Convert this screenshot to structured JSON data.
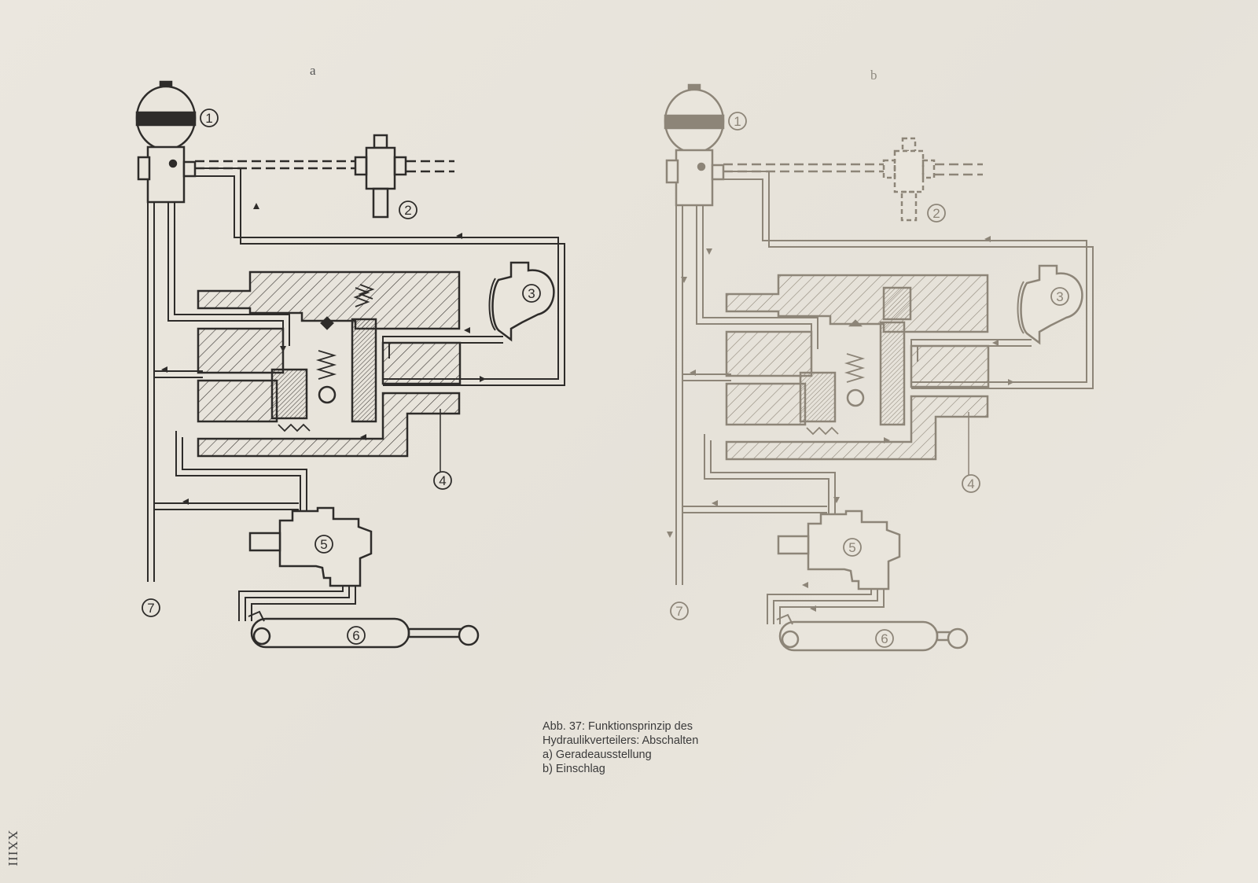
{
  "panels": {
    "a": {
      "label": "a"
    },
    "b": {
      "label": "b"
    }
  },
  "components": {
    "reservoir": "1",
    "control_valve": "2",
    "pump": "3",
    "distributor": "4",
    "steering_valve": "5",
    "cylinder": "6",
    "return_line": "7"
  },
  "caption": {
    "line1": "Abb. 37: Funktionsprinzip des",
    "line2": "Hydraulikverteilers: Abschalten",
    "line3": "a) Geradeausstellung",
    "line4": "b) Einschlag"
  },
  "page_number": "XXIII",
  "colors": {
    "ink": "#2e2c2a",
    "ink_faded": "#9a9285",
    "background": "#e9e5dc"
  }
}
